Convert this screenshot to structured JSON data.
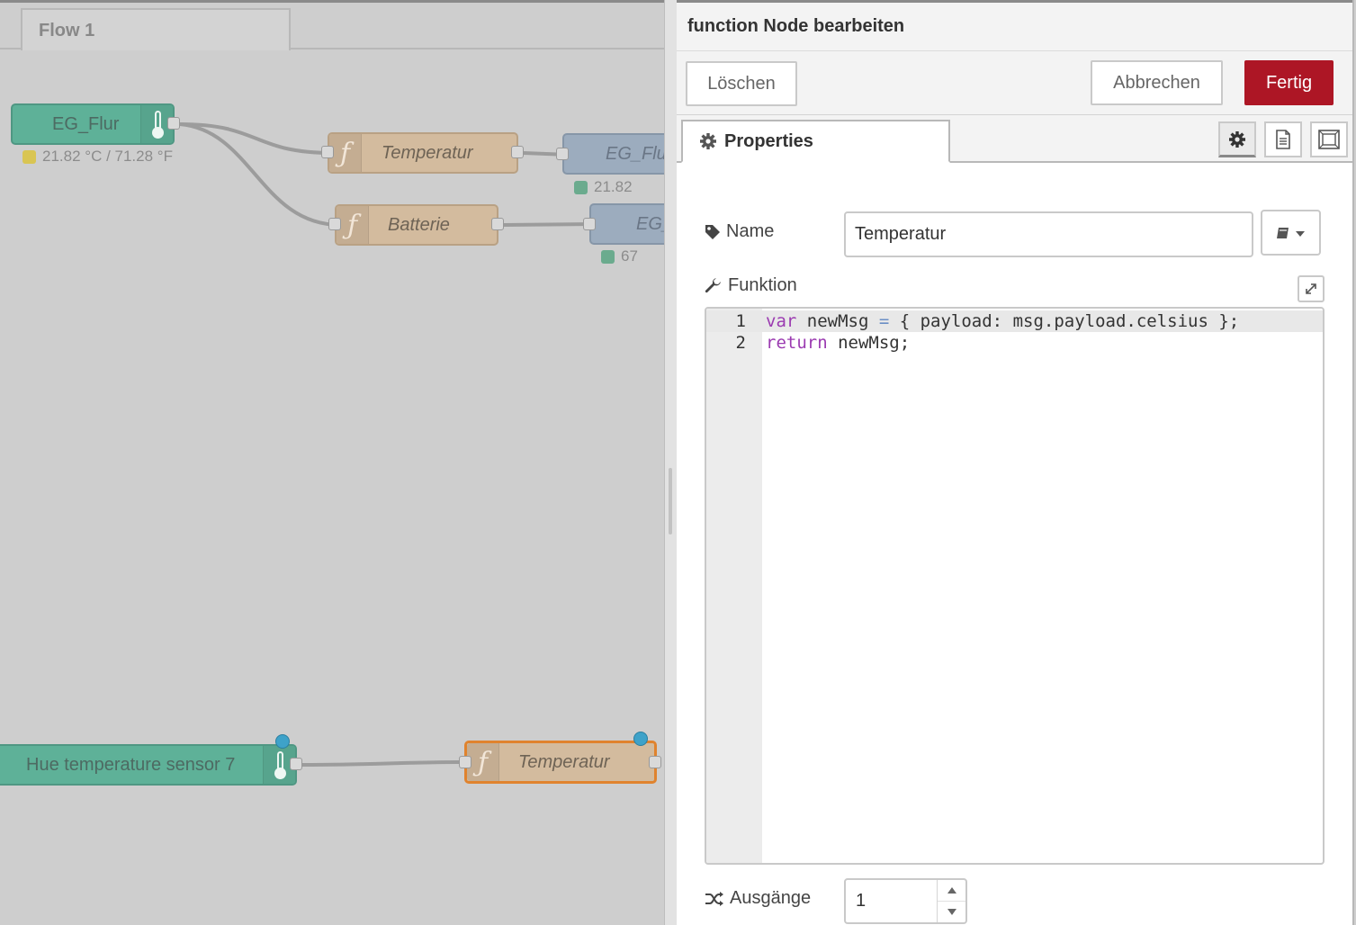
{
  "workspace": {
    "flow_tab": "Flow 1",
    "nodes": {
      "eg_flur_sensor": {
        "label": "EG_Flur",
        "status": "21.82 °C / 71.28 °F"
      },
      "temperatur_fn_top": {
        "label": "Temperatur"
      },
      "batterie_fn": {
        "label": "Batterie"
      },
      "eg_flur_out_top": {
        "label": "EG_Flu",
        "status": "21.82"
      },
      "eg_out_bottom": {
        "label": "EG_",
        "status": "67"
      },
      "hue_sensor": {
        "label": "Hue temperature sensor 7"
      },
      "temperatur_fn_selected": {
        "label": "Temperatur"
      }
    }
  },
  "tray": {
    "title": "function Node bearbeiten",
    "toolbar": {
      "delete_label": "Löschen",
      "cancel_label": "Abbrechen",
      "done_label": "Fertig"
    },
    "tabs": {
      "properties_label": "Properties",
      "icons": [
        "gear-icon",
        "description-icon",
        "appearance-icon"
      ]
    },
    "form": {
      "name_label": "Name",
      "name_value": "Temperatur",
      "function_label": "Funktion",
      "code_lines": [
        {
          "num": "1",
          "text": "var newMsg = { payload: msg.payload.celsius };"
        },
        {
          "num": "2",
          "text": "return newMsg;"
        }
      ],
      "outputs_label": "Ausgänge",
      "outputs_value": "1"
    }
  },
  "colors": {
    "primary_button": "#ad1625",
    "node_sensor": "#5eb198",
    "node_function": "#d3bb9e",
    "node_output": "#9cacbe",
    "selection": "#e0832e",
    "changed_dot": "#3ea2c9"
  }
}
